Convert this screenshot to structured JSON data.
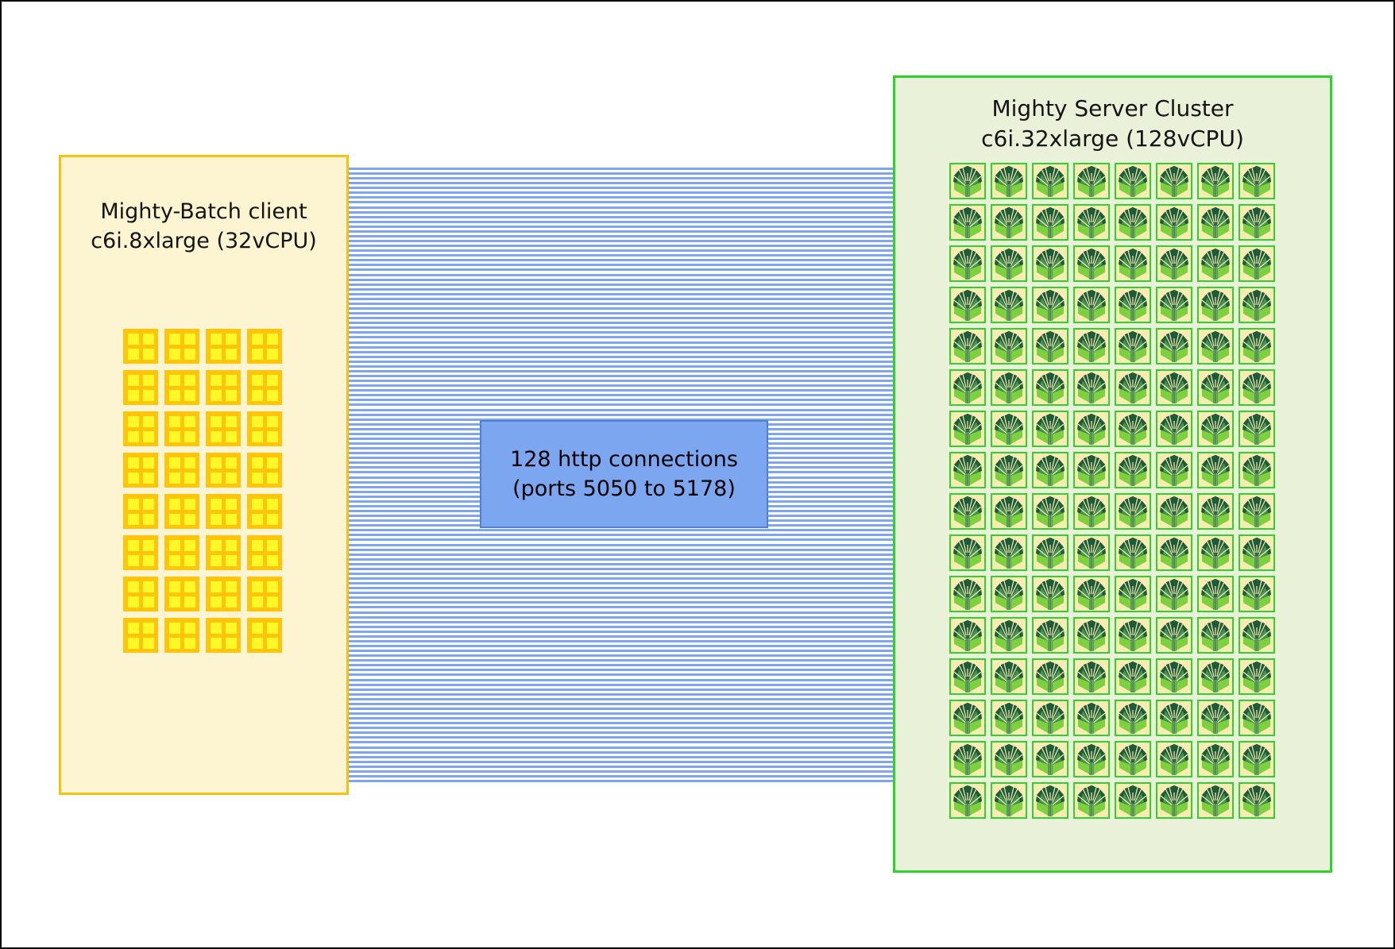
{
  "client": {
    "title_line1": "Mighty-Batch client",
    "title_line2": "c6i.8xlarge (32vCPU)",
    "vcpu_count": 32,
    "vcpu_grid": {
      "columns": 4,
      "rows": 8
    },
    "icon": "cpu-chip-icon",
    "colors": {
      "background": "#FDF4D2",
      "border": "#F5C211",
      "chip": "#FEC50C",
      "chip_core": "#FFF829"
    }
  },
  "connections": {
    "count": 128,
    "label_line1": "128 http connections",
    "label_line2": "(ports 5050 to 5178)",
    "colors": {
      "line": "#7DA6ED",
      "label_background": "#7CA6F0",
      "label_border": "#4E7FD6"
    }
  },
  "server": {
    "title_line1": "Mighty Server Cluster",
    "title_line2": "c6i.32xlarge (128vCPU)",
    "vcpu_count": 128,
    "vcpu_grid": {
      "columns": 8,
      "rows": 16
    },
    "icon": "mighty-tree-icon",
    "colors": {
      "background": "#E9F1D8",
      "border": "#2BD32B",
      "tile_background": "#FAEBB4",
      "tile_border": "#2FD32F",
      "leaf_dark": "#1E5B38",
      "leaf_mid": "#45964F",
      "leaf_light": "#7ED13E",
      "trunk": "#2A6B3C"
    }
  }
}
